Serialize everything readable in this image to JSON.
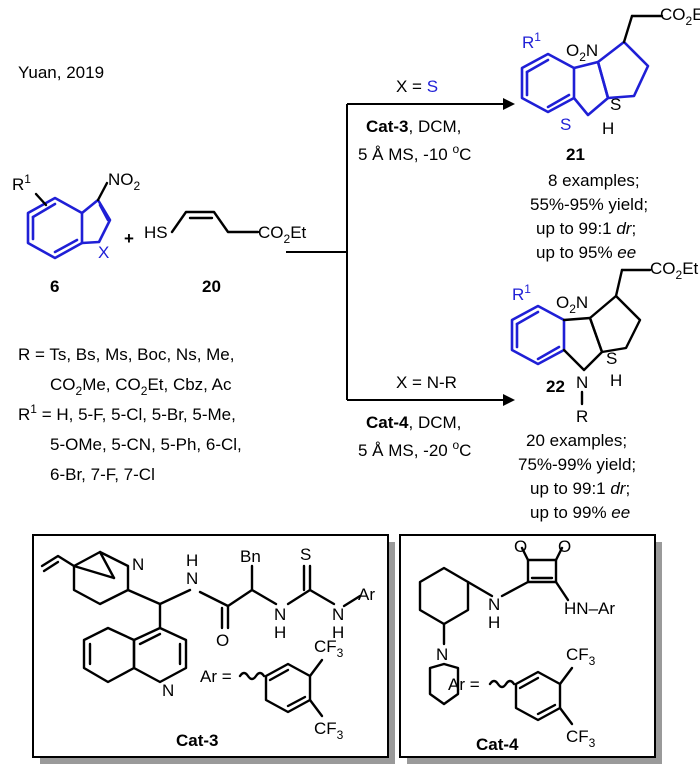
{
  "citation": "Yuan, 2019",
  "reactants": {
    "nitro_label": "NO",
    "nitro_sub": "2",
    "r_label": "R",
    "r_sup": "1",
    "x_label": "X",
    "compound_6": "6",
    "plus": "+",
    "hs_label": "HS",
    "ester_label": "CO",
    "ester_sub": "2",
    "ester_tail": "Et",
    "compound_20": "20"
  },
  "definitions": {
    "r_line1": "R  = Ts, Bs, Ms,  Boc, Ns, Me,",
    "r_line2_a": "CO",
    "r_line2_b": "2",
    "r_line2_c": "Me, CO",
    "r_line2_d": "2",
    "r_line2_e": "Et,  Cbz,  Ac",
    "r1_label": "R",
    "r1_sup": "1",
    "r1_line1": " = H, 5-F, 5-Cl, 5-Br, 5-Me,",
    "r1_line2": "5-OMe, 5-CN, 5-Ph, 6-Cl,",
    "r1_line3": "6-Br, 7-F, 7-Cl"
  },
  "upper_path": {
    "condition_x": "X = ",
    "condition_x_value": "S",
    "catalyst": "Cat-3",
    "catalyst_rest": ", DCM,",
    "conditions_line2_a": "5 Å MS, -10 ",
    "conditions_line2_deg": "o",
    "conditions_line2_c": "C",
    "product": "21",
    "results": {
      "examples": "8 examples;",
      "yield": "55%-95% yield;",
      "dr_a": "up to 99:1 ",
      "dr_b": "dr",
      "dr_c": ";",
      "ee_a": "up to 95% ",
      "ee_b": "ee"
    }
  },
  "lower_path": {
    "condition_x": "X = N-R",
    "catalyst": "Cat-4",
    "catalyst_rest": ", DCM,",
    "conditions_line2_a": "5 Å MS, -20 ",
    "conditions_line2_deg": "o",
    "conditions_line2_c": "C",
    "product": "22",
    "results": {
      "examples": "20 examples;",
      "yield": "75%-99% yield;",
      "dr_a": "up to 99:1 ",
      "dr_b": "dr",
      "dr_c": ";",
      "ee_a": "up to 99% ",
      "ee_b": "ee"
    }
  },
  "product_labels": {
    "co2et_a": "CO",
    "co2et_sub": "2",
    "co2et_b": "Et",
    "o2n_a": "O",
    "o2n_sub": "2",
    "o2n_b": "N",
    "s_label": "S",
    "h_label": "H",
    "n_label": "N",
    "r_label": "R",
    "r1_label": "R",
    "r1_sup": "1"
  },
  "catalysts": {
    "cat3": {
      "name": "Cat-3",
      "n1": "N",
      "n2": "N",
      "bn": "Bn",
      "h1": "H",
      "n3": "N",
      "h2": "H",
      "n4": "N",
      "h3": "H",
      "n5": "N",
      "o": "O",
      "s": "S",
      "ar": "Ar",
      "ar_def": "Ar = ",
      "cf3_a": "CF",
      "cf3_sub": "3"
    },
    "cat4": {
      "name": "Cat-4",
      "o1": "O",
      "o2": "O",
      "n_hn": "N",
      "h_hn": "H",
      "hn_ar": "HN",
      "dash_ar": "–Ar",
      "n_pip": "N",
      "ar_def": "Ar = ",
      "cf3_a": "CF",
      "cf3_sub": "3"
    }
  }
}
